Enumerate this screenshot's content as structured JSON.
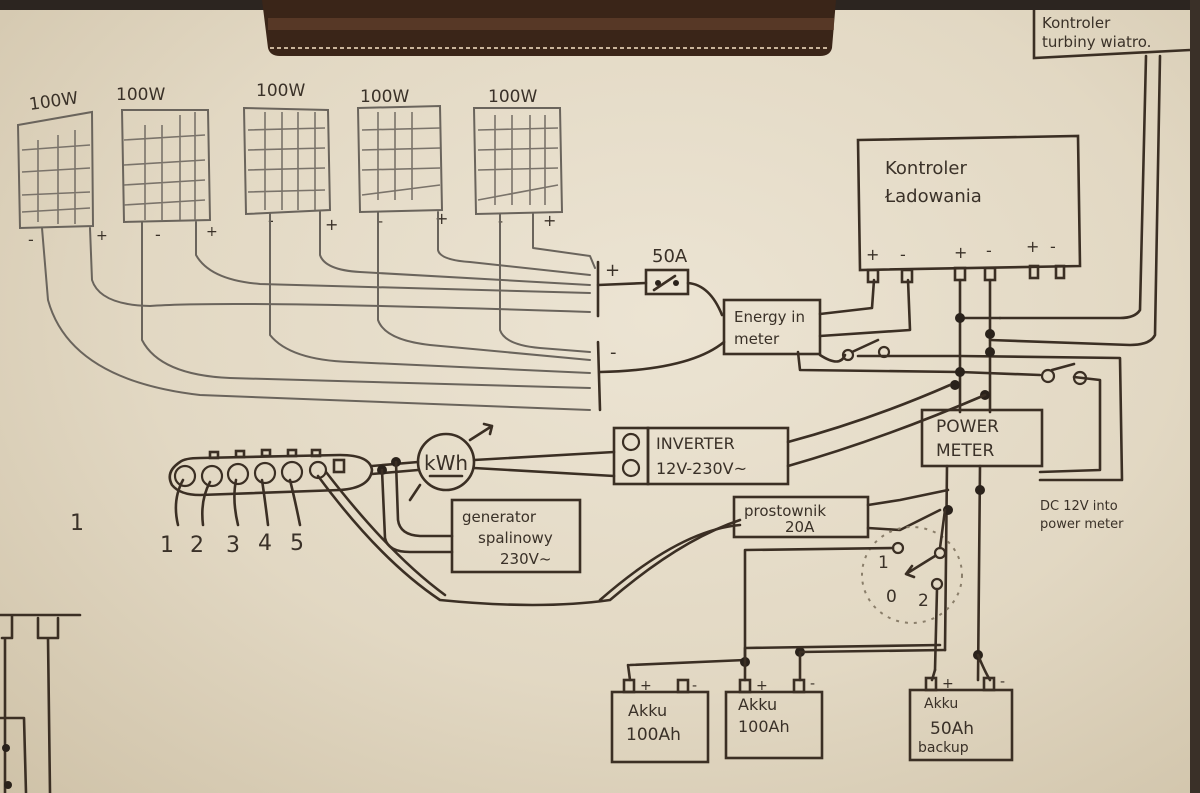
{
  "diagram": {
    "solar_panels": [
      {
        "rating": "100W",
        "neg": "-",
        "pos": "+"
      },
      {
        "rating": "100W",
        "neg": "-",
        "pos": "+"
      },
      {
        "rating": "100W",
        "neg": "-",
        "pos": "+"
      },
      {
        "rating": "100W",
        "neg": "-",
        "pos": "+"
      },
      {
        "rating": "100W",
        "neg": "-",
        "pos": "+"
      }
    ],
    "bus_plus": "+",
    "bus_minus": "-",
    "breaker": {
      "rating": "50A"
    },
    "energy_meter": {
      "line1": "Energy in",
      "line2": "meter"
    },
    "charge_controller": {
      "line1": "Kontroler",
      "line2": "Ładowania",
      "terminals": [
        "+",
        "-",
        "+",
        "-",
        "+",
        "-"
      ]
    },
    "wind_controller": {
      "line1": "Kontroler",
      "line2": "turbiny wiatro."
    },
    "inverter": {
      "line1": "INVERTER",
      "line2": "12V-230V~"
    },
    "power_meter": {
      "line1": "POWER",
      "line2": "METER"
    },
    "power_meter_note": {
      "line1": "DC 12V into",
      "line2": "power meter"
    },
    "kwh_meter": {
      "label": "kWh"
    },
    "power_strip": {
      "sockets": [
        "1",
        "2",
        "3",
        "4",
        "5"
      ]
    },
    "generator": {
      "line1": "generator",
      "line2": "spalinowy",
      "line3": "230V~"
    },
    "rectifier": {
      "line1": "prostownik",
      "line2": "20A"
    },
    "selector_switch": {
      "positions": [
        "1",
        "0",
        "2"
      ]
    },
    "batteries": [
      {
        "line1": "Akku",
        "line2": "100Ah",
        "line3": "",
        "pos": "+",
        "neg": "-"
      },
      {
        "line1": "Akku",
        "line2": "100Ah",
        "line3": "",
        "pos": "+",
        "neg": "-"
      },
      {
        "line1": "Akku",
        "line2": "50Ah",
        "line3": "backup",
        "pos": "+",
        "neg": "-"
      }
    ],
    "margin_mark": "1"
  },
  "colors": {
    "ink": "#3b2f24",
    "pencil": "#6a645c",
    "paper": "#e6dcc8",
    "clip": "#2a1d14"
  }
}
